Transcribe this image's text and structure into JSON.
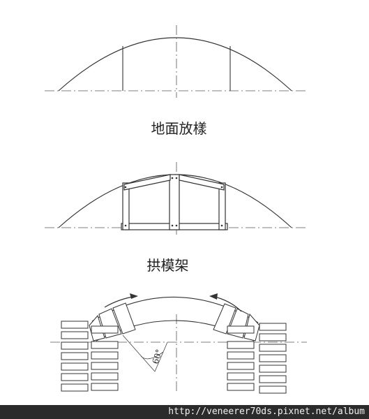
{
  "captions": {
    "ground_layout": "地面放樣",
    "arch_formwork": "拱模架"
  },
  "angle_label": "60°",
  "watermark": "http://veneerer70ds.pixnet.net/album"
}
